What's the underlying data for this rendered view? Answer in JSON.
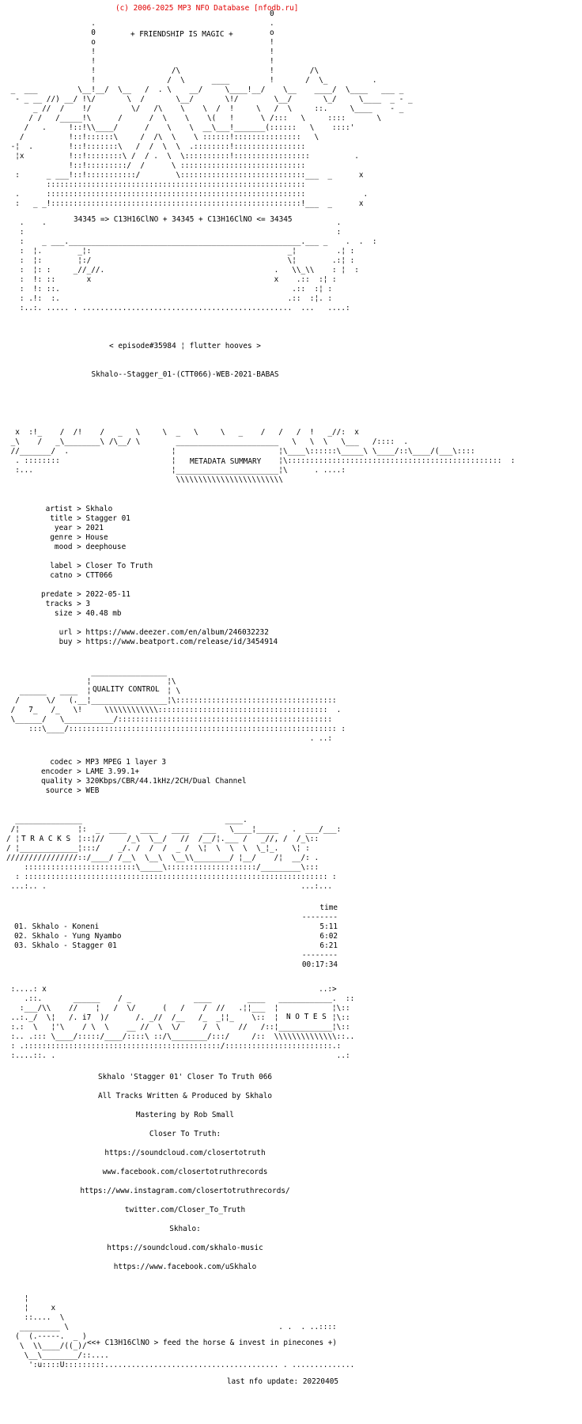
{
  "colors": {
    "background": "#ffffff",
    "text": "#000000",
    "copyright_red": "#e10000"
  },
  "copyright": "(c) 2006-2025 MP3 NFO Database [nfodb.ru]",
  "glyphs": {
    "kv_separator": ">"
  },
  "release": {
    "slogan": "+ FRIENDSHIP IS MAGIC +",
    "chem_line": "34345 => C13H16ClNO + 34345 + C13H16ClNO <= 34345",
    "episode_line": "< episode#35984 ¦ flutter hooves >",
    "dirname": "Skhalo--Stagger_01-(CTT066)-WEB-2021-BABAS"
  },
  "metadata": {
    "banner_title": "METADATA SUMMARY",
    "fields": [
      {
        "key": "artist",
        "value": "Skhalo"
      },
      {
        "key": "title",
        "value": "Stagger 01"
      },
      {
        "key": "year",
        "value": "2021"
      },
      {
        "key": "genre",
        "value": "House"
      },
      {
        "key": "mood",
        "value": "deephouse"
      },
      {
        "key": "label",
        "value": "Closer To Truth"
      },
      {
        "key": "catno",
        "value": "CTT066"
      },
      {
        "key": "predate",
        "value": "2022-05-11"
      },
      {
        "key": "tracks",
        "value": "3"
      },
      {
        "key": "size",
        "value": "40.48 mb"
      },
      {
        "key": "url",
        "value": "https://www.deezer.com/en/album/246032232"
      },
      {
        "key": "buy",
        "value": "https://www.beatport.com/release/id/3454914"
      }
    ]
  },
  "quality": {
    "banner_title": "QUALITY CONTROL",
    "fields": [
      {
        "key": "codec",
        "value": "MP3 MPEG 1 layer 3"
      },
      {
        "key": "encoder",
        "value": "LAME 3.99.1+"
      },
      {
        "key": "quality",
        "value": "320Kbps/CBR/44.1kHz/2CH/Dual Channel"
      },
      {
        "key": "source",
        "value": "WEB"
      }
    ]
  },
  "tracklist": {
    "banner_title": "T R A C K S",
    "time_header": "time",
    "ruler": "--------",
    "tracks": [
      {
        "label": "01. Skhalo - Koneni",
        "time": "5:11"
      },
      {
        "label": "02. Skhalo - Yung Nyambo",
        "time": "6:02"
      },
      {
        "label": "03. Skhalo - Stagger 01",
        "time": "6:21"
      }
    ],
    "total_time": "00:17:34"
  },
  "notes": {
    "banner_title": "N O T E S",
    "lines": [
      "Skhalo 'Stagger 01' Closer To Truth 066",
      "All Tracks Written & Produced by Skhalo",
      "Mastering by Rob Small",
      "Closer To Truth:",
      "https://soundcloud.com/closertotruth",
      "www.facebook.com/closertotruthrecords",
      "https://www.instagram.com/closertotruthrecords/",
      "twitter.com/Closer_To_Truth",
      "Skhalo:",
      "https://soundcloud.com/skhalo-music",
      "https://www.facebook.com/uSkhalo"
    ]
  },
  "footer": {
    "horse_slogan": "<<+ C13H16ClNO > feed the horse & invest in pinecones +)",
    "last_update": "last nfo update: 20220405"
  },
  "ascii_art": {
    "header_scene": [
      "                                                           0",
      "                   .                                       .",
      "                   0                                       o",
      "                   o                                       !",
      "                   !                                       !",
      "                   !                                       !",
      "                   !                 /\\                    !        /\\",
      "                   !                /  \\      ____         !       /  \\_          .",
      " _  ___         \\__!__/  \\__   /  . \\    __/     \\____!__/    \\__    ____/  \\____   ___ _",
      "  - _ __ //) __/ !\\/       \\  /       \\__/       \\!/        \\__/       \\_/     \\____  _ - _",
      "      _ //  /    !/         \\/   /\\    \\    \\  /  !     \\   /  \\     ::.     \\____    - _",
      "     / /   /_____!\\      /      /  \\    \\    \\(   !      \\ /:::   \\     ::::       \\",
      "    /   .     !::!\\\\____/      /    \\    \\  __\\___!_______(::::::   \\    ::::'",
      "   /          !::!::::::\\     /  /\\  \\    \\ ::::::!:::::::::::::::   \\",
      " -¦  .        !::!:::::::\\   /  /  \\  \\  .::::::::!::::::::::::::::",
      "  ¦x          !::!::::::::\\ /  / .  \\  \\::::::::::!:::::::::::::::::          .",
      "              !::!:::::::::/  /      \\ ::::::::::::::::::::::::::::",
      "  :      _ ___!::!:::::::::::/        \\::::::::::::::::::::::::::::___  _      x",
      "         ::::::::::::::::::::::::::::::::::::::::::::::::::::::::::",
      "  .      ::::::::::::::::::::::::::::::::::::::::::::::::::::::::::             .",
      "  :   _ _!::::::::::::::::::::::::::::::::::::::::::::::::::::::::!___  _      x",
      "",
      "   .    .                                                                 .",
      "   :                                                                      :",
      "   :    _ ___.____________________________________________________.___ _    .  .  :",
      "   :  ¦.        _¦:                                            _¦         .¦ :",
      "   :  ¦:        ¦:/                                            \\¦        .:¦ :",
      "   :  ¦: :     _//_//.                                      .   \\\\_\\\\    : ¦  :",
      "   :  !: ::       x                                         x    .::  :¦ :",
      "   :  !: ::.                                                    .::  :¦ :",
      "   : .!:  :.                                                   .::  :¦. :",
      "   :..:. ..... . ...............................................  ...   ....:"
    ],
    "metadata_banner": [
      "  x  :!_    /  /!    /   _   \\     \\  _   \\     \\   _    /   /   /  !   _//:  x",
      " _\\    /   _\\________\\ /\\__/ \\        _______________________   \\   \\  \\   \\___   /::::  .",
      " //_______/  .                       ¦                       ¦\\____\\::::::\\_____\\ \\____/::\\____/(___\\::::",
      "  . ::::::::                         ¦                       ¦\\::::::::::::::::::::::::::::::::::::::::::::::::  :",
      "  :...                               ¦_______________________¦\\      . ....:",
      "                                      \\\\\\\\\\\\\\\\\\\\\\\\\\\\\\\\\\\\\\\\\\\\\\\\"
    ],
    "quality_banner": [
      "                   _________________",
      "                  ¦                 ¦\\",
      "   ______   ____  ¦                 ¦ \\",
      "  /      \\/   (.__¦_________________¦\\::::::::::::::::::::::::::::::::::::",
      " /   7_   /_   \\!     \\\\\\\\\\\\\\\\\\\\\\\\::::::::::::::::::::::::::::::::::::::  .",
      " \\______/   \\___________/::::::::::::::::::::::::::::::::::::::::::::::::",
      "     :::\\____/:::::::::::::::::::::::::::::::::::::::::::::::::::::::::::: :",
      "                                                                    . ..:"
    ],
    "tracks_banner": [
      "  _______________                                ____.",
      " /¦             ¦:  _  ____   ____   ____   ___   \\____¦_____   .  ___/___:",
      "/ ¦             ¦::¦//     /_\\  \\__/   //  /__/¦.___ /   _//, /  /_\\::",
      "/ ¦_____________¦:::/    _/. /  /  /  _ /  \\¦  \\  \\  \\  \\_¦_.   \\¦ :",
      "////////////////::/____/ /__\\  \\__\\  \\__\\\\________/ ¦__/    /¦  __/: .",
      "    :::::::::::::::::::::::::\\_____\\::::::::::::::::::::/_________\\:::",
      "  : :::::::::::::::::::::::::::::::::::::::::::::::::::::::::::::::::::: :",
      " ...:.. .                                                         ...:..."
    ],
    "notes_banner": [
      " :....: x                                                             ..:>",
      "    .::.       ______    / _              ____        ____   ____________.  ::",
      "   :___/\\\\    //    ¦   /  \\/      (   /    /  //   .¦¦___  ¦            ¦\\::",
      " ..:._/  \\¦   /. i7  )/      /. _//  /__   /_  _¦¦_    \\::  ¦            ¦\\::",
      " :.:  \\   ¦'\\    / \\  \\    __ //  \\  \\/     /  \\    //   /::¦____________¦\\::",
      " :.. .::: \\____/:::::/____/::::\\ ::/\\________/:::/     /::  \\\\\\\\\\\\\\\\\\\\\\\\\\\\::..",
      " : .::::::::::::::::::::::::::::::::::::::::::::/::::::::::::::::::::::::.:",
      " :....::. .                                                               ..:"
    ],
    "horse": [
      "    ¦",
      "    ¦     x",
      "    ::....  \\",
      "   _________ \\                                               . .  . ..::::",
      "  (  (.-----.  _ )",
      "   \\  \\\\____/((_)/",
      "    \\__\\________/::....",
      "     ':u::::U:::::::::....................................... . .............."
    ]
  }
}
